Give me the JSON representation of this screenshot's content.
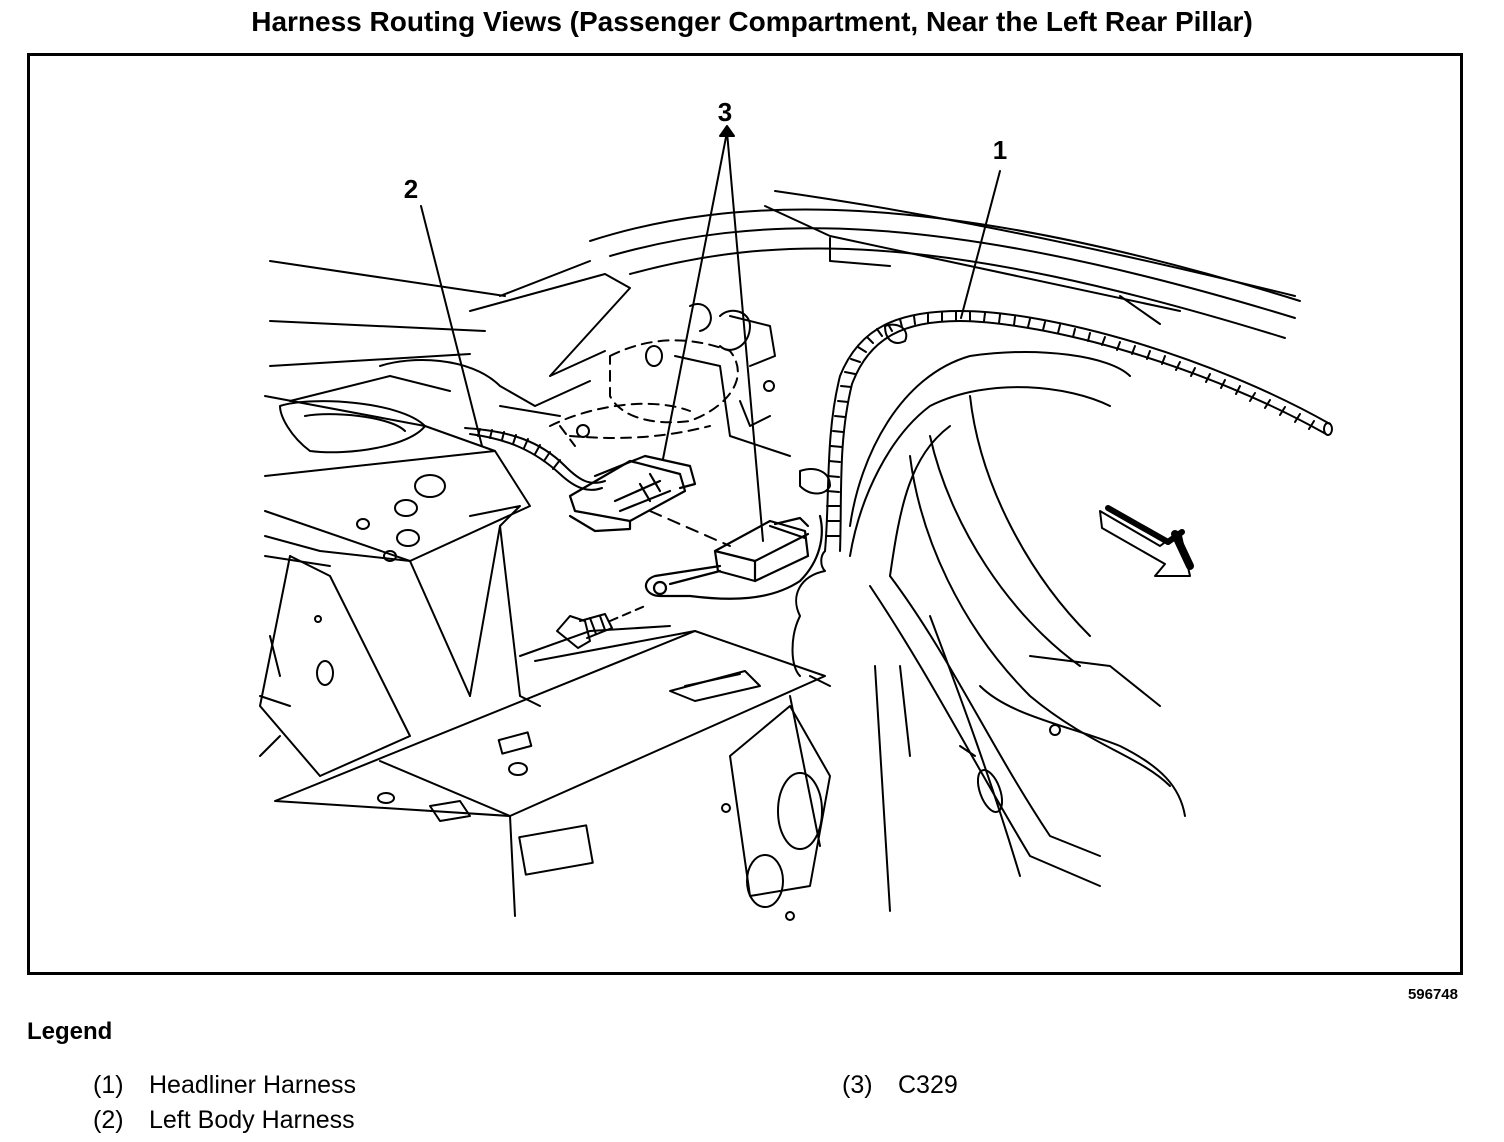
{
  "title": "Harness Routing Views (Passenger Compartment, Near the Left Rear Pillar)",
  "figure_id": "596748",
  "callouts": [
    "1",
    "2",
    "3"
  ],
  "legend": {
    "heading": "Legend",
    "items": [
      {
        "num": "(1)",
        "label": "Headliner Harness"
      },
      {
        "num": "(2)",
        "label": "Left Body Harness"
      },
      {
        "num": "(3)",
        "label": "C329"
      }
    ]
  }
}
